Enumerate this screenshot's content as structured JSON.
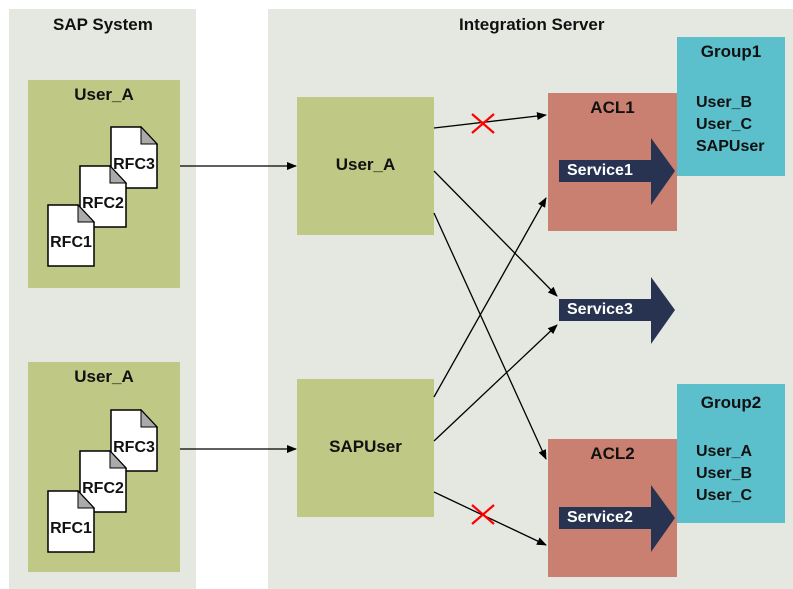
{
  "sap_system": {
    "title": "SAP System",
    "users": [
      {
        "name": "User_A",
        "rfcs": [
          "RFC1",
          "RFC2",
          "RFC3"
        ]
      },
      {
        "name": "User_A",
        "rfcs": [
          "RFC1",
          "RFC2",
          "RFC3"
        ]
      }
    ]
  },
  "integration_server": {
    "title": "Integration Server",
    "users": [
      "User_A",
      "SAPUser"
    ],
    "acls": [
      {
        "name": "ACL1",
        "service": "Service1"
      },
      {
        "name": "ACL2",
        "service": "Service2"
      }
    ],
    "free_service": "Service3",
    "groups": [
      {
        "name": "Group1",
        "members": [
          "User_B",
          "User_C",
          "SAPUser"
        ]
      },
      {
        "name": "Group2",
        "members": [
          "User_A",
          "User_B",
          "User_C"
        ]
      }
    ]
  },
  "colors": {
    "panel": "#e4e8e1",
    "user_box": "#bfc885",
    "acl_box": "#c98070",
    "group_box": "#5bbfcc",
    "service_arrow": "#283352",
    "denied_mark": "#ff0000"
  }
}
